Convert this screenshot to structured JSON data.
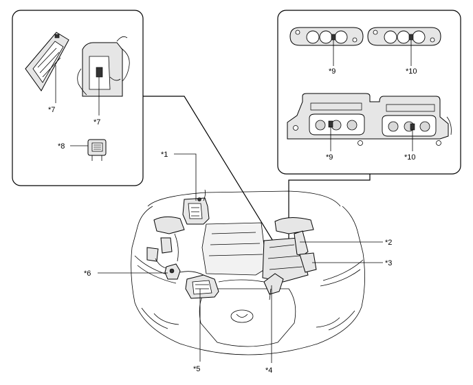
{
  "callouts": {
    "c1": "*1",
    "c2": "*2",
    "c3": "*3",
    "c4": "*4",
    "c5": "*5",
    "c6": "*6",
    "c7a": "*7",
    "c7b": "*7",
    "c8": "*8",
    "c9a": "*9",
    "c9b": "*9",
    "c10a": "*10",
    "c10b": "*10"
  }
}
